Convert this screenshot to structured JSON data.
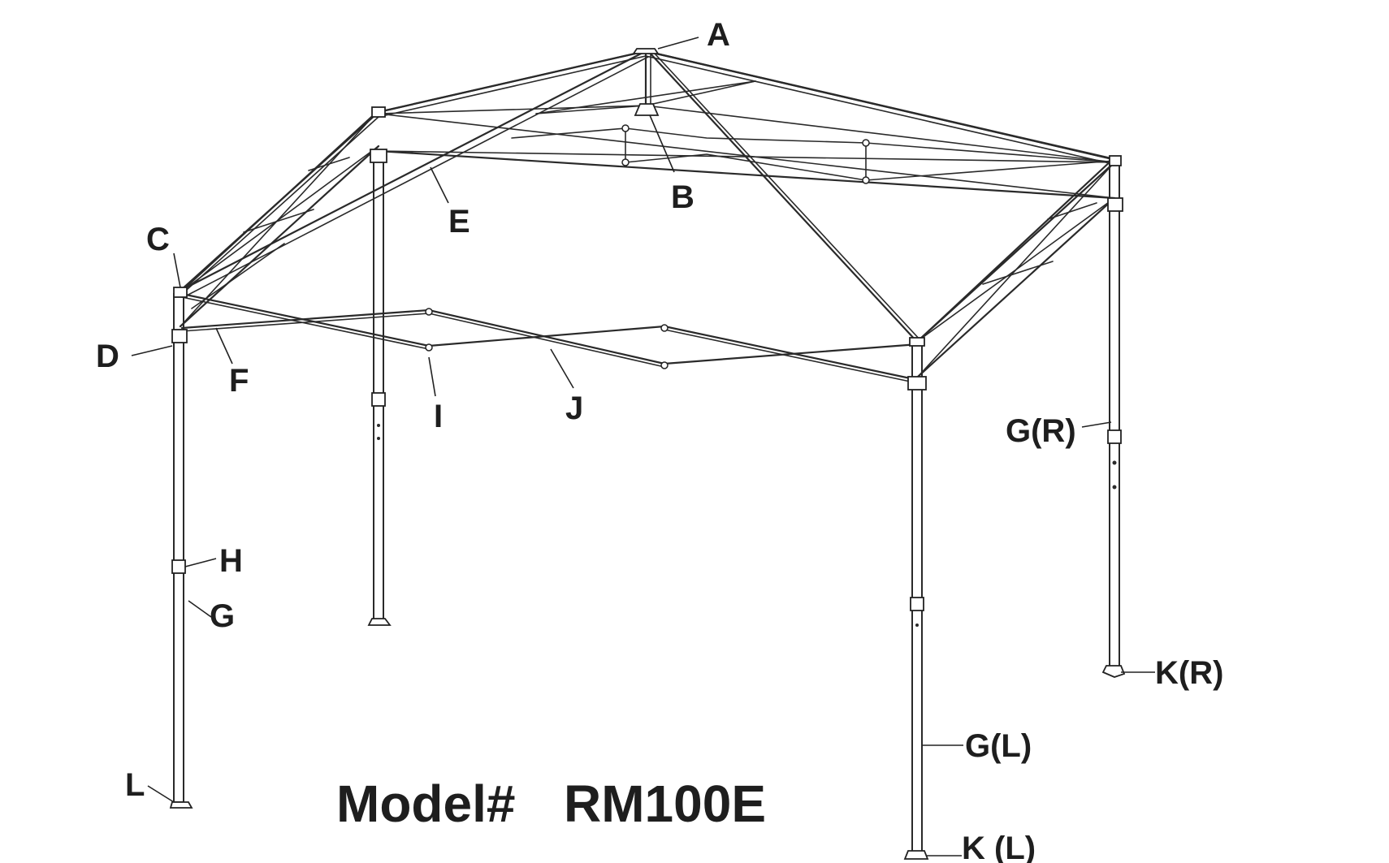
{
  "diagram": {
    "model_prefix": "Model#",
    "model_number": "RM100E",
    "labels": {
      "A": "A",
      "B": "B",
      "C": "C",
      "D": "D",
      "E": "E",
      "F": "F",
      "I": "I",
      "J": "J",
      "H": "H",
      "G": "G",
      "L": "L",
      "GR": "G(R)",
      "KR": "K(R)",
      "GL": "G(L)",
      "KL": "K (L)"
    }
  }
}
